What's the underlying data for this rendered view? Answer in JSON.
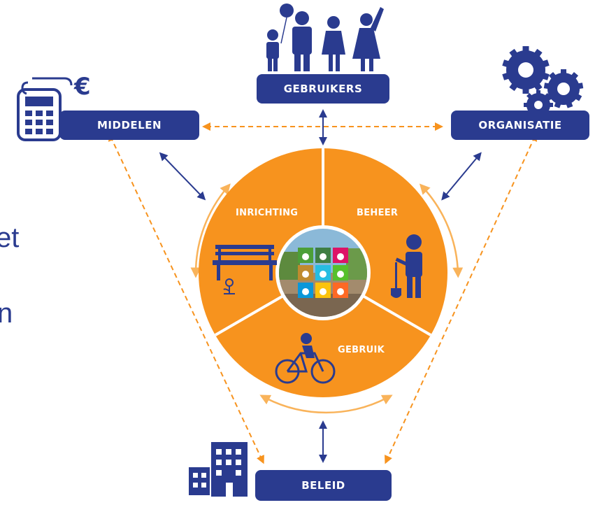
{
  "nodes": {
    "top": "GEBRUIKERS",
    "left": "MIDDELEN",
    "right": "ORGANISATIE",
    "bottom": "BELEID"
  },
  "segments": {
    "inrichting": "INRICHTING",
    "beheer": "BEHEER",
    "gebruik": "GEBRUIK"
  },
  "side_text": {
    "line1": "et",
    "line2": "n"
  },
  "symbols": {
    "euro": "€"
  },
  "colors": {
    "navy": "#2a3b8f",
    "orange": "#f7931e",
    "light_orange": "#f9b35a"
  },
  "sdg_tiles": [
    {
      "color": "#4c9f38",
      "icon": "flower-icon"
    },
    {
      "color": "#3f7e44",
      "icon": "gear-icon"
    },
    {
      "color": "#dd1367",
      "icon": "heart-icon"
    },
    {
      "color": "#bf8b2e",
      "icon": "city-icon"
    },
    {
      "color": "#26bde2",
      "icon": "warning-icon"
    },
    {
      "color": "#56c02b",
      "icon": "recycle-icon"
    },
    {
      "color": "#0a97d9",
      "icon": "globe-icon"
    },
    {
      "color": "#fcc30b",
      "icon": "fish-icon"
    },
    {
      "color": "#fd6925",
      "icon": "handshake-icon"
    }
  ]
}
